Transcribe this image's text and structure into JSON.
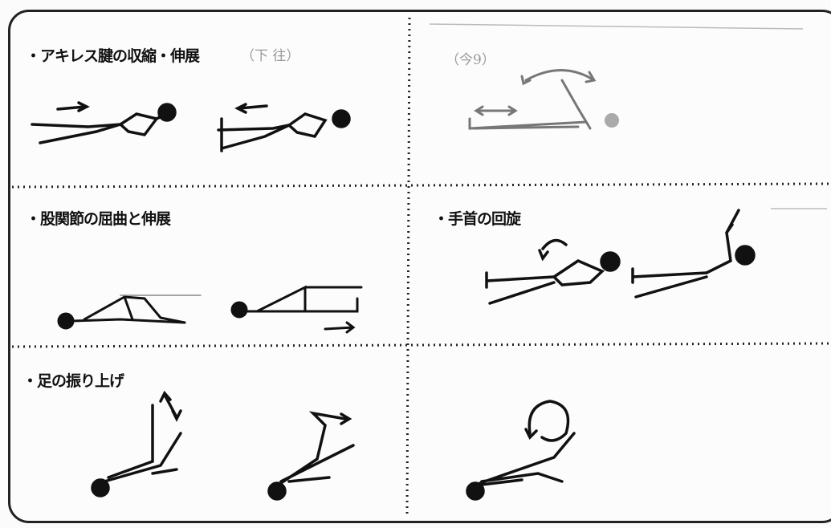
{
  "panels": [
    {
      "title": "・アキレス腱の収縮・伸展",
      "note": "（下 往）"
    },
    {
      "title": "",
      "note": "（今9）"
    },
    {
      "title": "・股関節の屈曲と伸展",
      "note": ""
    },
    {
      "title": "・手首の回旋",
      "note": ""
    },
    {
      "title": "・足の振り上げ",
      "note": ""
    },
    {
      "title": "",
      "note": ""
    }
  ],
  "colors": {
    "ink": "#111111",
    "pencil": "#9a9a9a",
    "paper": "#fcfcfc"
  }
}
